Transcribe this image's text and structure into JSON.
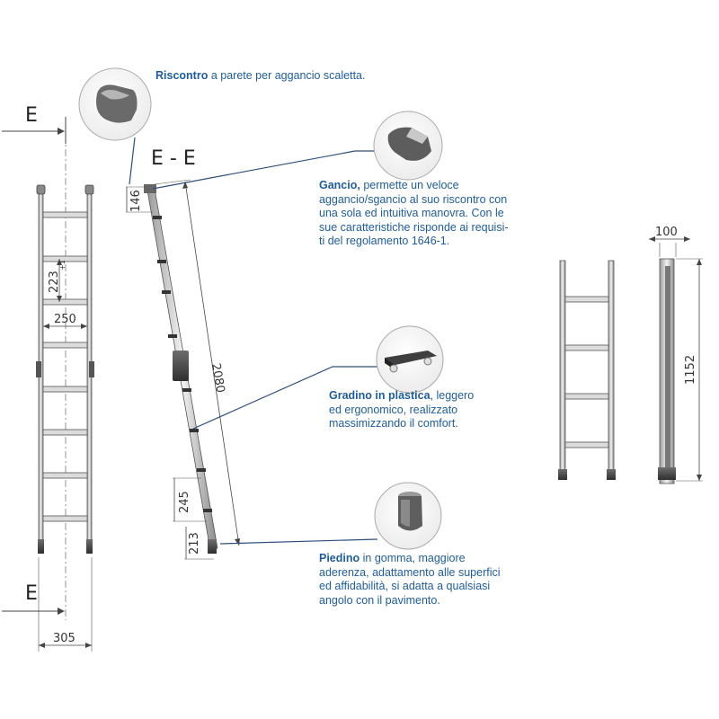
{
  "callouts": {
    "riscontro": {
      "title": "Riscontro",
      "text": "a parete per aggancio scaletta.",
      "icon": "wall-bracket-icon"
    },
    "gancio": {
      "title": "Gancio,",
      "text": "permette un veloce aggancio/sgancio al suo riscontro con una sola ed intuitiva manovra. Con le sue caratteristiche risponde ai requisiti del regolamento 1646-1.",
      "lines": [
        "aggancio/sgancio al suo riscontro con",
        "una sola ed intuitiva manovra. Con le",
        "sue caratteristiche risponde ai requisi-",
        "ti del regolamento 1646-1."
      ],
      "first_line_rest": "permette un veloce",
      "icon": "hook-icon"
    },
    "gradino": {
      "title": "Gradino in plastica",
      "first_line_rest": ", leggero",
      "lines": [
        "ed ergonomico, realizzato",
        "massimizzando il comfort."
      ],
      "icon": "plastic-step-icon"
    },
    "piedino": {
      "title": "Piedino",
      "first_line_rest": "in gomma, maggiore",
      "lines": [
        "aderenza, adattamento alle superfici",
        "ed affidabilità, si adatta a qualsiasi",
        "angolo con il pavimento."
      ],
      "icon": "rubber-foot-icon"
    }
  },
  "section_labels": {
    "top": "E",
    "bottom": "E",
    "section_title": "E - E"
  },
  "dimensions": {
    "rung_spacing": "223",
    "rung_tolerance": "+1",
    "inner_width": "250",
    "outer_width": "305",
    "top_offset": "146",
    "total_length": "2080",
    "lower_step": "245",
    "foot_height": "213",
    "folded_depth": "100",
    "folded_length": "1152"
  },
  "colors": {
    "text_blue": "#1f5d99",
    "leader_blue": "#2c4f7c",
    "line": "#555555",
    "metal_light": "#e6e6e6",
    "metal_dark": "#4a4a4a"
  }
}
